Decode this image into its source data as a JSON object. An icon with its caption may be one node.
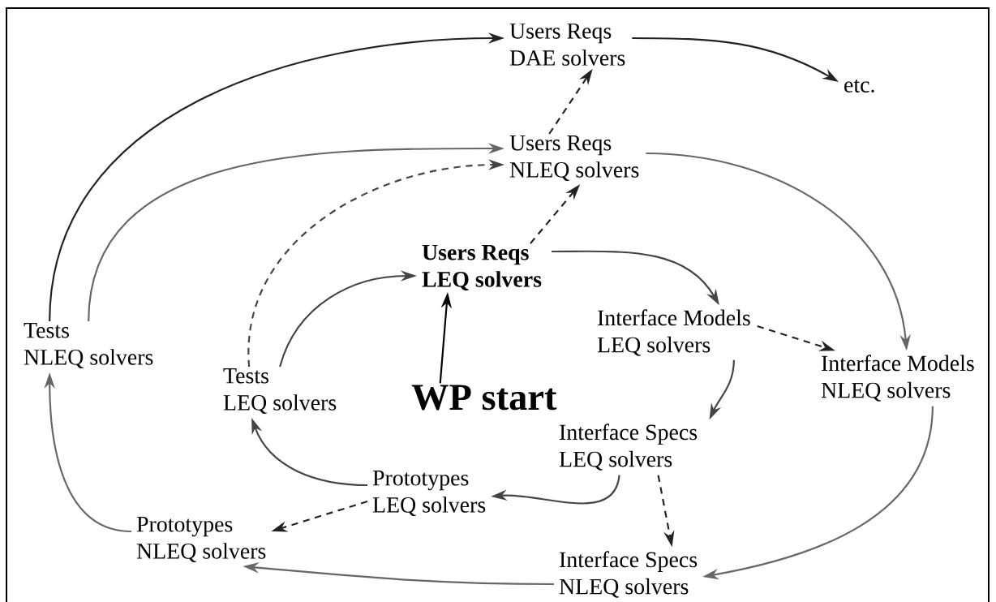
{
  "diagram": {
    "nodes": [
      {
        "text": [
          "Users Reqs",
          "DAE solvers"
        ]
      },
      {
        "text": [
          "etc."
        ]
      },
      {
        "text": [
          "Users Reqs",
          "NLEQ solvers"
        ]
      },
      {
        "text": [
          "Users Reqs",
          "LEQ solvers"
        ]
      },
      {
        "text": [
          "Tests",
          "NLEQ solvers"
        ]
      },
      {
        "text": [
          "Tests",
          "LEQ solvers"
        ]
      },
      {
        "text": [
          "WP start"
        ]
      },
      {
        "text": [
          "Interface Models",
          "LEQ solvers"
        ]
      },
      {
        "text": [
          "Interface Models",
          "NLEQ solvers"
        ]
      },
      {
        "text": [
          "Interface Specs",
          "LEQ solvers"
        ]
      },
      {
        "text": [
          "Prototypes",
          "LEQ solvers"
        ]
      },
      {
        "text": [
          "Prototypes",
          "NLEQ solvers"
        ]
      },
      {
        "text": [
          "Interface Specs",
          "NLEQ solvers"
        ]
      }
    ],
    "edges": [
      {
        "from": 4,
        "to": 0,
        "arrow": "to",
        "color": "#222222"
      },
      {
        "from": 4,
        "to": 2,
        "arrow": "to",
        "color": "#666666"
      },
      {
        "from": 5,
        "to": 2,
        "arrow": "to",
        "style": "dashed",
        "color": "#444444"
      },
      {
        "from": 5,
        "to": 3,
        "arrow": "to",
        "color": "#444444"
      },
      {
        "from": 6,
        "to": 3,
        "arrow": "to",
        "color": "#000000"
      },
      {
        "from": 3,
        "to": 2,
        "arrow": "to",
        "style": "dashed",
        "color": "#222222"
      },
      {
        "from": 2,
        "to": 0,
        "arrow": "to",
        "style": "dashed",
        "color": "#222222"
      },
      {
        "from": 0,
        "to": 1,
        "arrow": "to",
        "color": "#222222"
      },
      {
        "from": 3,
        "to": 7,
        "arrow": "to",
        "color": "#444444"
      },
      {
        "from": 2,
        "to": 8,
        "arrow": "to",
        "color": "#666666"
      },
      {
        "from": 7,
        "to": 8,
        "arrow": "to",
        "style": "dashed",
        "color": "#222222"
      },
      {
        "from": 7,
        "to": 9,
        "arrow": "to",
        "color": "#444444"
      },
      {
        "from": 9,
        "to": 10,
        "arrow": "to",
        "color": "#444444"
      },
      {
        "from": 9,
        "to": 12,
        "arrow": "to",
        "style": "dashed",
        "color": "#222222"
      },
      {
        "from": 8,
        "to": 12,
        "arrow": "to",
        "color": "#666666"
      },
      {
        "from": 10,
        "to": 5,
        "arrow": "to",
        "color": "#444444"
      },
      {
        "from": 10,
        "to": 11,
        "arrow": "to",
        "style": "dashed",
        "color": "#222222"
      },
      {
        "from": 12,
        "to": 11,
        "arrow": "to",
        "color": "#666666"
      },
      {
        "from": 11,
        "to": 4,
        "arrow": "to",
        "color": "#666666"
      }
    ]
  }
}
